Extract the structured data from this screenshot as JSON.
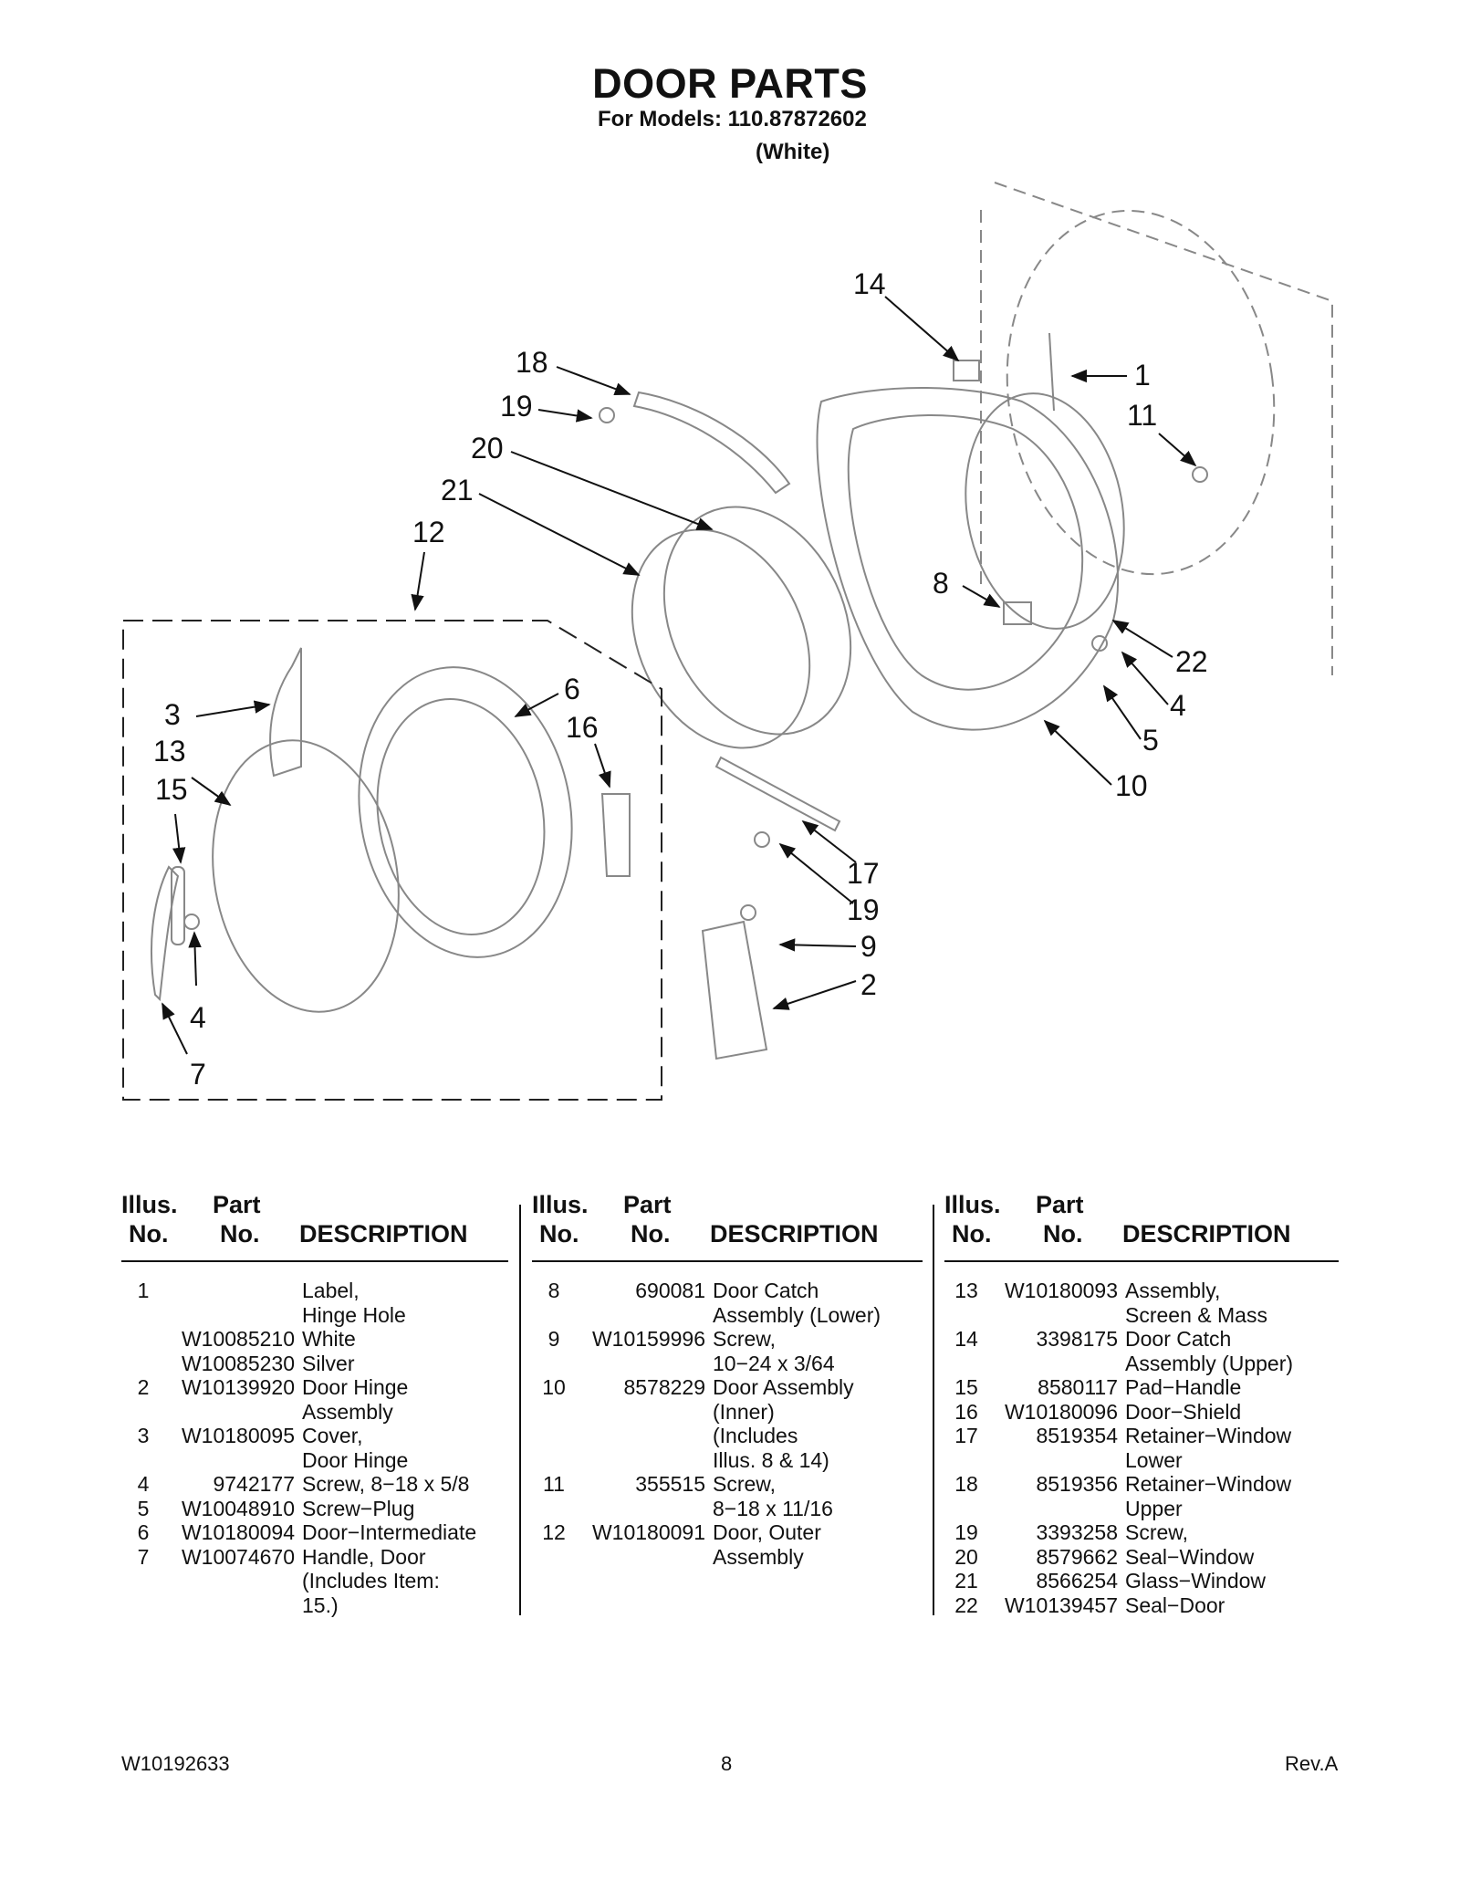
{
  "title": "DOOR PARTS",
  "models_line": "For Models: 110.87872602",
  "color_line": "(White)",
  "callouts": [
    "14",
    "18",
    "19",
    "20",
    "21",
    "12",
    "1",
    "11",
    "8",
    "22",
    "4",
    "5",
    "10",
    "3",
    "6",
    "16",
    "13",
    "15",
    "17",
    "19",
    "9",
    "2",
    "4",
    "7"
  ],
  "table_header": {
    "illus_top": "Illus.",
    "illus_bottom": "No.",
    "part_top": "Part",
    "part_bottom": "No.",
    "description": "DESCRIPTION"
  },
  "columns": [
    [
      {
        "illus": "1",
        "part": "",
        "desc": "Label,\nHinge Hole"
      },
      {
        "illus": "",
        "part": "W10085210",
        "desc": "White"
      },
      {
        "illus": "",
        "part": "W10085230",
        "desc": "Silver"
      },
      {
        "illus": "2",
        "part": "W10139920",
        "desc": "Door Hinge\nAssembly"
      },
      {
        "illus": "3",
        "part": "W10180095",
        "desc": "Cover,\nDoor Hinge"
      },
      {
        "illus": "4",
        "part": "9742177",
        "desc": "Screw, 8−18 x 5/8"
      },
      {
        "illus": "5",
        "part": "W10048910",
        "desc": "Screw−Plug"
      },
      {
        "illus": "6",
        "part": "W10180094",
        "desc": "Door−Intermediate"
      },
      {
        "illus": "7",
        "part": "W10074670",
        "desc": "Handle, Door\n(Includes Item:\n 15.)"
      }
    ],
    [
      {
        "illus": "8",
        "part": "690081",
        "desc": "Door Catch\nAssembly (Lower)"
      },
      {
        "illus": "9",
        "part": "W10159996",
        "desc": "Screw,\n10−24 x 3/64"
      },
      {
        "illus": "10",
        "part": "8578229",
        "desc": "Door Assembly\n(Inner)\n(Includes\n Illus. 8 & 14)"
      },
      {
        "illus": "11",
        "part": "355515",
        "desc": "Screw,\n8−18 x 11/16"
      },
      {
        "illus": "12",
        "part": "W10180091",
        "desc": "Door, Outer\nAssembly"
      }
    ],
    [
      {
        "illus": "13",
        "part": "W10180093",
        "desc": "Assembly,\nScreen & Mass"
      },
      {
        "illus": "14",
        "part": "3398175",
        "desc": "Door Catch\nAssembly (Upper)"
      },
      {
        "illus": "15",
        "part": "8580117",
        "desc": "Pad−Handle"
      },
      {
        "illus": "16",
        "part": "W10180096",
        "desc": "Door−Shield"
      },
      {
        "illus": "17",
        "part": "8519354",
        "desc": "Retainer−Window\nLower"
      },
      {
        "illus": "18",
        "part": "8519356",
        "desc": "Retainer−Window\nUpper"
      },
      {
        "illus": "19",
        "part": "3393258",
        "desc": "Screw,"
      },
      {
        "illus": "20",
        "part": "8579662",
        "desc": "Seal−Window"
      },
      {
        "illus": "21",
        "part": "8566254",
        "desc": "Glass−Window"
      },
      {
        "illus": "22",
        "part": "W10139457",
        "desc": "Seal−Door"
      }
    ]
  ],
  "footer": {
    "doc_number": "W10192633",
    "page": "8",
    "revision": "Rev.A"
  }
}
